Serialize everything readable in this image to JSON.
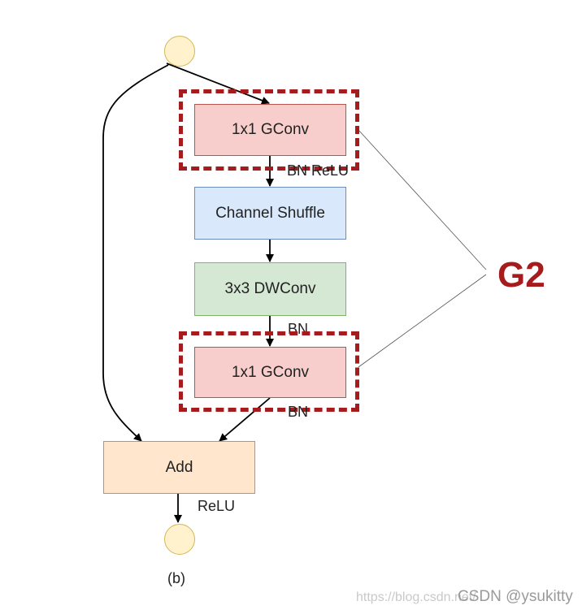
{
  "nodes": {
    "gconv_top": "1x1 GConv",
    "channel_shuffle": "Channel Shuffle",
    "dwconv": "3x3 DWConv",
    "gconv_bottom": "1x1 GConv",
    "add": "Add"
  },
  "edge_labels": {
    "bn_relu": "BN ReLU",
    "bn_after_dwconv": "BN",
    "bn_after_gconv": "BN",
    "relu_after_add": "ReLU"
  },
  "group_label": "G2",
  "caption": "(b)",
  "watermark": {
    "url": "https://blog.csdn.net/",
    "site": "CSDN @ysukitty"
  },
  "colors": {
    "highlight": "#a61b1b",
    "gconv_fill": "#f8cecc",
    "shuffle_fill": "#dae8fc",
    "dwconv_fill": "#d5e8d4",
    "add_fill": "#ffe6cc",
    "io_node_fill": "#fff2cc"
  }
}
